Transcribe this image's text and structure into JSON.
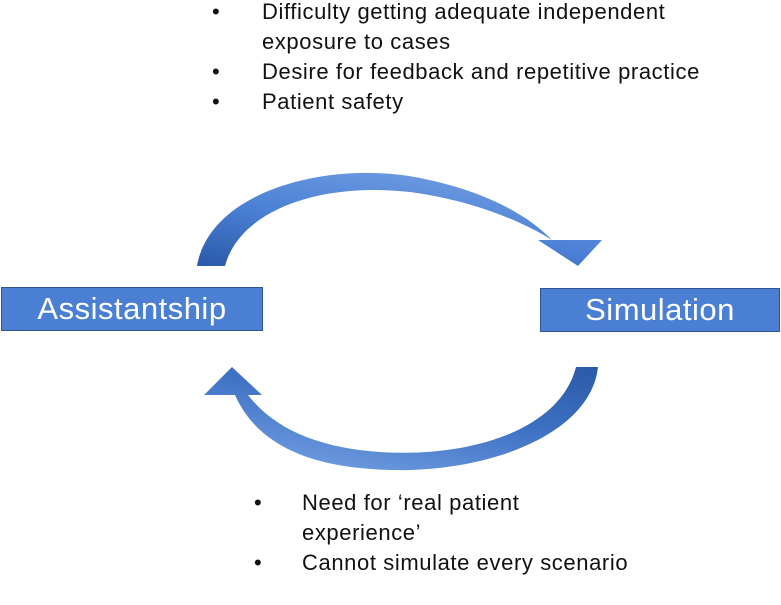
{
  "top_list": {
    "items": [
      "Difficulty getting adequate independent exposure to cases",
      "Desire for feedback and repetitive practice",
      "Patient safety"
    ]
  },
  "nodes": {
    "left": "Assistantship",
    "right": "Simulation"
  },
  "bottom_list": {
    "items": [
      "Need for ‘real patient experience’",
      "Cannot simulate every scenario"
    ]
  },
  "colors": {
    "box_fill": "#4a7fd4",
    "box_border": "#2f5597",
    "arrow_dark": "#2a5aa8",
    "arrow_light": "#6e9be0"
  }
}
